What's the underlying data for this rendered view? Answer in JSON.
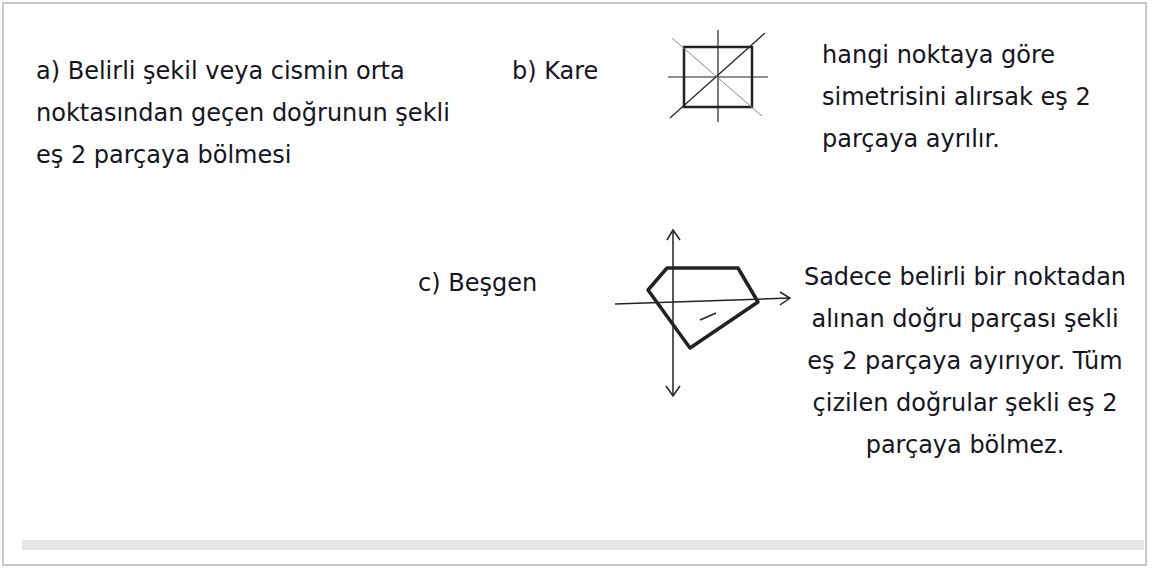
{
  "diagram": {
    "labels": [
      "a) Belirli şekil veya cismin orta noktasından geçen doğrunun şekli eş 2 parçaya bölmesi",
      "b) Kare",
      "hangi noktaya göre simetrisini alırsak eş 2 parçaya ayrılır.",
      "c) Beşgen",
      "Sadece belirli bir noktadan alınan doğru parçası şekli eş 2 parçaya ayırıyor. Tüm çizilen doğrular şekli eş 2 parçaya bölmez."
    ]
  }
}
